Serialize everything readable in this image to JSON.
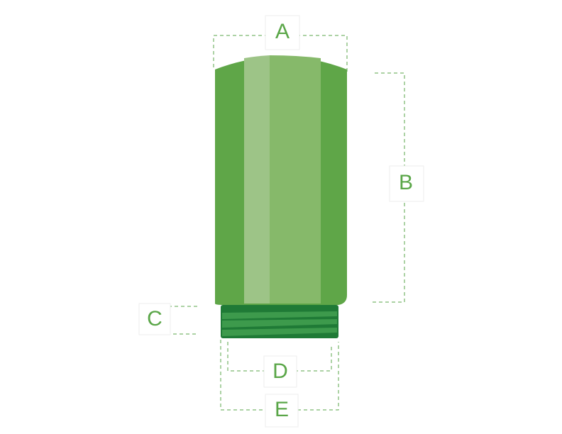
{
  "colors": {
    "dimension_line": "#5aa648",
    "label_text": "#5aa648",
    "body_main": "#5fa648",
    "body_mid": "#86b96a",
    "body_highlight": "#9dc487",
    "thread_dark": "#1f7a36",
    "thread_light": "#3d9a4c"
  },
  "labels": {
    "a": "A",
    "b": "B",
    "c": "C",
    "d": "D",
    "e": "E"
  }
}
